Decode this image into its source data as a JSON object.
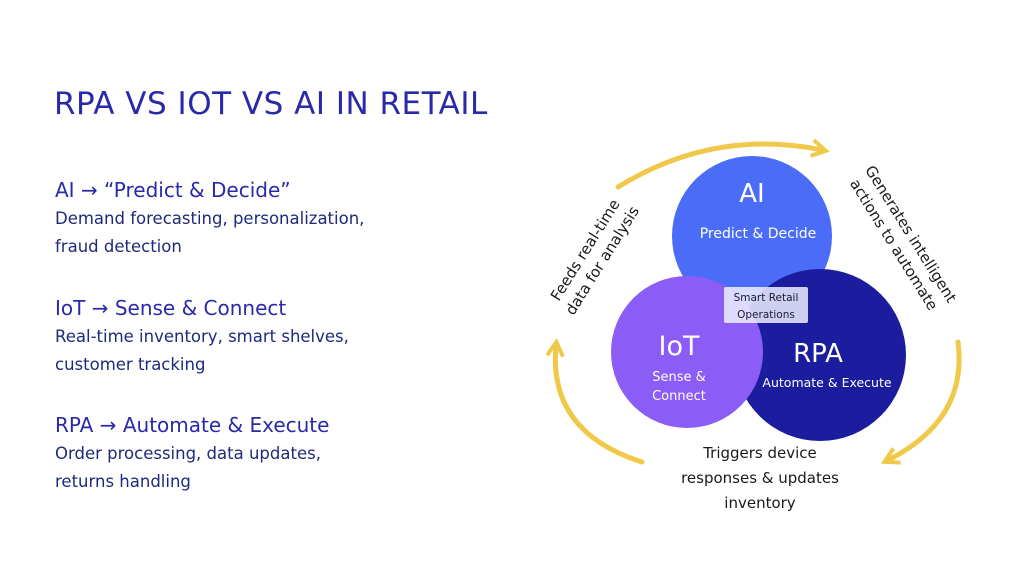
{
  "title": "RPA VS IOT VS AI IN RETAIL",
  "items": [
    {
      "head": "AI → “Predict & Decide”",
      "desc_lines": [
        "Demand forecasting, personalization,",
        "fraud detection"
      ]
    },
    {
      "head": "IoT → Sense & Connect",
      "desc_lines": [
        "Real-time inventory, smart shelves,",
        "customer tracking"
      ]
    },
    {
      "head": "RPA → Automate & Execute",
      "desc_lines": [
        "Order processing, data updates,",
        "returns handling"
      ]
    }
  ],
  "diagram": {
    "center_label_lines": [
      "Smart Retail",
      "Operations"
    ],
    "circles": {
      "ai": {
        "name": "AI",
        "sub": "Predict & Decide",
        "color": "#4a6cf7"
      },
      "iot": {
        "name": "IoT",
        "sub_lines": [
          "Sense &",
          "Connect"
        ],
        "color": "#8b5cf6"
      },
      "rpa": {
        "name": "RPA",
        "sub": "Automate & Execute",
        "color": "#1c1c9e"
      }
    },
    "arrow_color": "#f0c94a",
    "edge_labels": {
      "feeds": [
        "Feeds real-time",
        "data for analysis"
      ],
      "generates": [
        "Generates intelligent",
        "actions to automate"
      ],
      "triggers": [
        "Triggers device",
        "responses & updates",
        "inventory"
      ]
    }
  }
}
